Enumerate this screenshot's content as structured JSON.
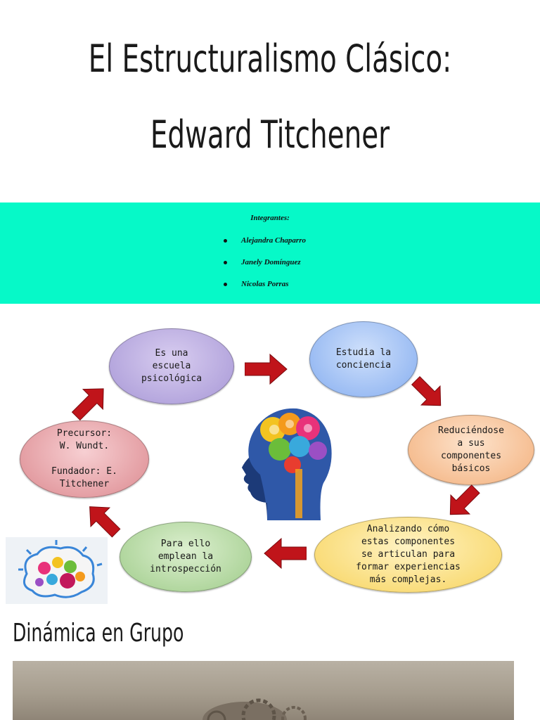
{
  "title": {
    "line1": "El Estructuralismo Clásico:",
    "line2": "Edward Titchener"
  },
  "members": {
    "heading": "Integrantes:",
    "list": [
      "Alejandra Chaparro",
      "Janely Domínguez",
      "Nicolas Porras"
    ]
  },
  "cycle": {
    "n1": "Es una\nescuela\npsicológica",
    "n2": "Estudia la\nconciencia",
    "n3": "Reduciéndose\na sus\ncomponentes\nbásicos",
    "n4": "Analizando cómo\nestas componentes\nse articulan para\nformar experiencias\nmás complejas.",
    "n5": "Para ello\nemplean la\nintrospección",
    "n6": "Precursor:\nW. Wundt.\n\nFundador: E.\nTitchener"
  },
  "colors": {
    "band": "#06f9c8",
    "arrow": "#c0141a"
  },
  "section": {
    "heading": "Dinámica en Grupo"
  },
  "images": {
    "center": "head-with-gears-illustration",
    "left": "brain-gears-icon",
    "bottom": "mechanical-gears-photo"
  }
}
